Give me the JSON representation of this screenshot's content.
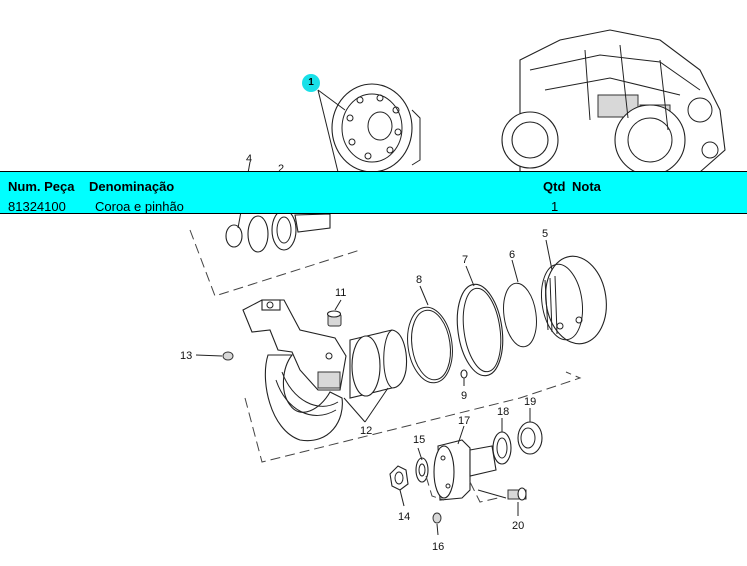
{
  "parts_table": {
    "headers": {
      "part_number": "Num. Peça",
      "description": "Denominação",
      "quantity": "Qtd",
      "note": "Nota"
    },
    "rows": [
      {
        "part_number": "81324100",
        "description": "Coroa e pinhão",
        "quantity": "1",
        "note": ""
      }
    ]
  },
  "diagram": {
    "highlighted_callout": "1",
    "callouts": [
      "2",
      "4",
      "5",
      "6",
      "7",
      "8",
      "9",
      "11",
      "12",
      "13",
      "14",
      "15",
      "16",
      "17",
      "18",
      "19",
      "20"
    ],
    "highlight_color": "#19e0e8",
    "table_background": "#00ffff"
  }
}
